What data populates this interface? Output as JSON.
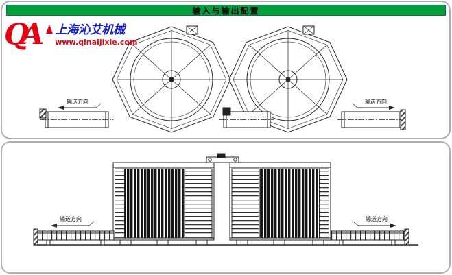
{
  "page": {
    "title": "输入与输出配置"
  },
  "logo": {
    "initials": "QA",
    "company": "上海沁艾机械",
    "website": "www.qinaijixie.com"
  },
  "labels": {
    "top_left_direction": "输送方向",
    "top_right_direction": "输送方向",
    "front_left_direction": "输送方向",
    "front_right_direction": "输送方向"
  },
  "colors": {
    "header_green": "#009e3c",
    "logo_red": "#e60012",
    "logo_blue": "#1520c8",
    "line_color": "#222222"
  }
}
